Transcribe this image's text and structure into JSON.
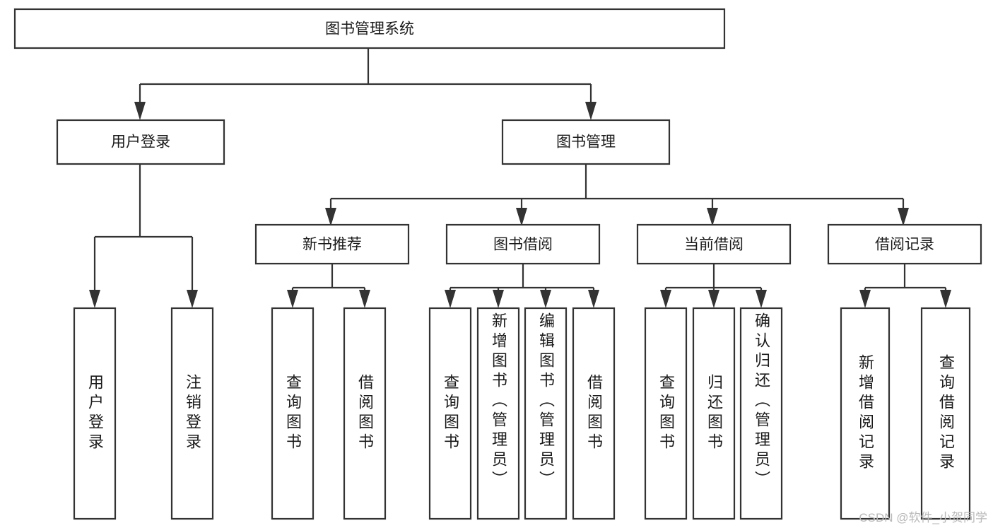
{
  "diagram": {
    "title": "图书管理系统",
    "type": "tree",
    "colors": {
      "box_stroke": "#333333",
      "box_fill": "#ffffff",
      "connector": "#333333",
      "text": "#1a1a1a",
      "background": "#ffffff",
      "watermark": "#b9b9b9"
    },
    "root": {
      "label": "图书管理系统",
      "orientation": "horizontal"
    },
    "level2": [
      {
        "label": "用户登录",
        "orientation": "horizontal"
      },
      {
        "label": "图书管理",
        "orientation": "horizontal"
      }
    ],
    "level3": [
      {
        "label": "新书推荐",
        "orientation": "horizontal"
      },
      {
        "label": "图书借阅",
        "orientation": "horizontal"
      },
      {
        "label": "当前借阅",
        "orientation": "horizontal"
      },
      {
        "label": "借阅记录",
        "orientation": "horizontal"
      }
    ],
    "leaves_user_login": [
      {
        "label": "用户登录",
        "orientation": "vertical"
      },
      {
        "label": "注销登录",
        "orientation": "vertical"
      }
    ],
    "leaves_new_book": [
      {
        "label": "查询图书",
        "orientation": "vertical"
      },
      {
        "label": "借阅图书",
        "orientation": "vertical"
      }
    ],
    "leaves_borrow": [
      {
        "label": "查询图书",
        "orientation": "vertical"
      },
      {
        "label": "新增图书（管理员）",
        "orientation": "vertical"
      },
      {
        "label": "编辑图书（管理员）",
        "orientation": "vertical"
      },
      {
        "label": "借阅图书",
        "orientation": "vertical"
      }
    ],
    "leaves_current": [
      {
        "label": "查询图书",
        "orientation": "vertical"
      },
      {
        "label": "归还图书",
        "orientation": "vertical"
      },
      {
        "label": "确认归还（管理员）",
        "orientation": "vertical"
      }
    ],
    "leaves_records": [
      {
        "label": "新增借阅记录",
        "orientation": "vertical"
      },
      {
        "label": "查询借阅记录",
        "orientation": "vertical"
      }
    ]
  },
  "watermark": {
    "text": "CSDN @软件_小贺同学"
  }
}
